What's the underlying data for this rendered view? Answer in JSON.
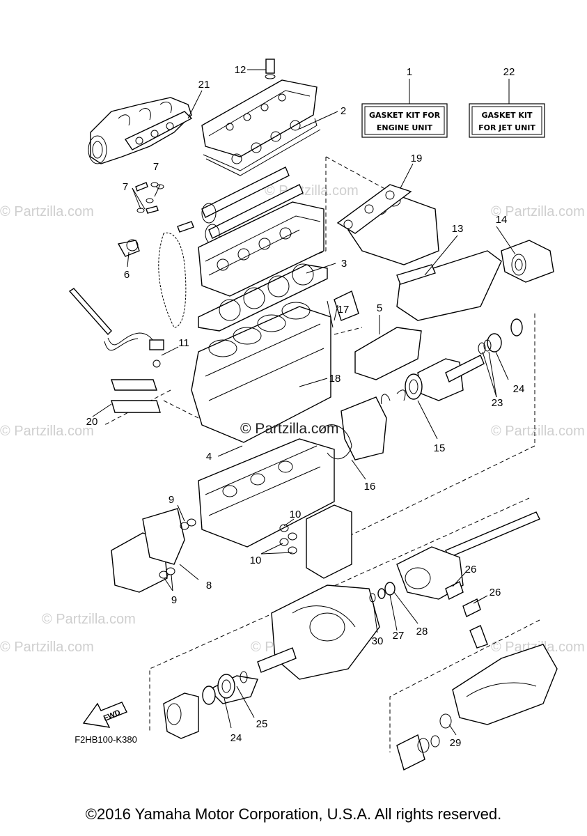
{
  "kits": [
    {
      "number": "1",
      "line1": "GASKET KIT FOR",
      "line2": "ENGINE UNIT"
    },
    {
      "number": "22",
      "line1": "GASKET KIT",
      "line2": "FOR JET UNIT"
    }
  ],
  "callouts": {
    "c2": "2",
    "c3": "3",
    "c4": "4",
    "c5": "5",
    "c6": "6",
    "c7a": "7",
    "c7b": "7",
    "c8": "8",
    "c9a": "9",
    "c9b": "9",
    "c10a": "10",
    "c10b": "10",
    "c11": "11",
    "c12": "12",
    "c13": "13",
    "c14": "14",
    "c15": "15",
    "c16": "16",
    "c17": "17",
    "c18": "18",
    "c19": "19",
    "c20": "20",
    "c21": "21",
    "c23": "23",
    "c24a": "24",
    "c24b": "24",
    "c25": "25",
    "c26a": "26",
    "c26b": "26",
    "c27": "27",
    "c28": "28",
    "c29": "29",
    "c30": "30"
  },
  "fwd_label": "FWD",
  "diagram_code": "F2HB100-K380",
  "watermark": "© Partzilla.com",
  "center_watermark": "© Partzilla.com",
  "copyright": "©2016 Yamaha Motor Corporation, U.S.A. All rights reserved."
}
